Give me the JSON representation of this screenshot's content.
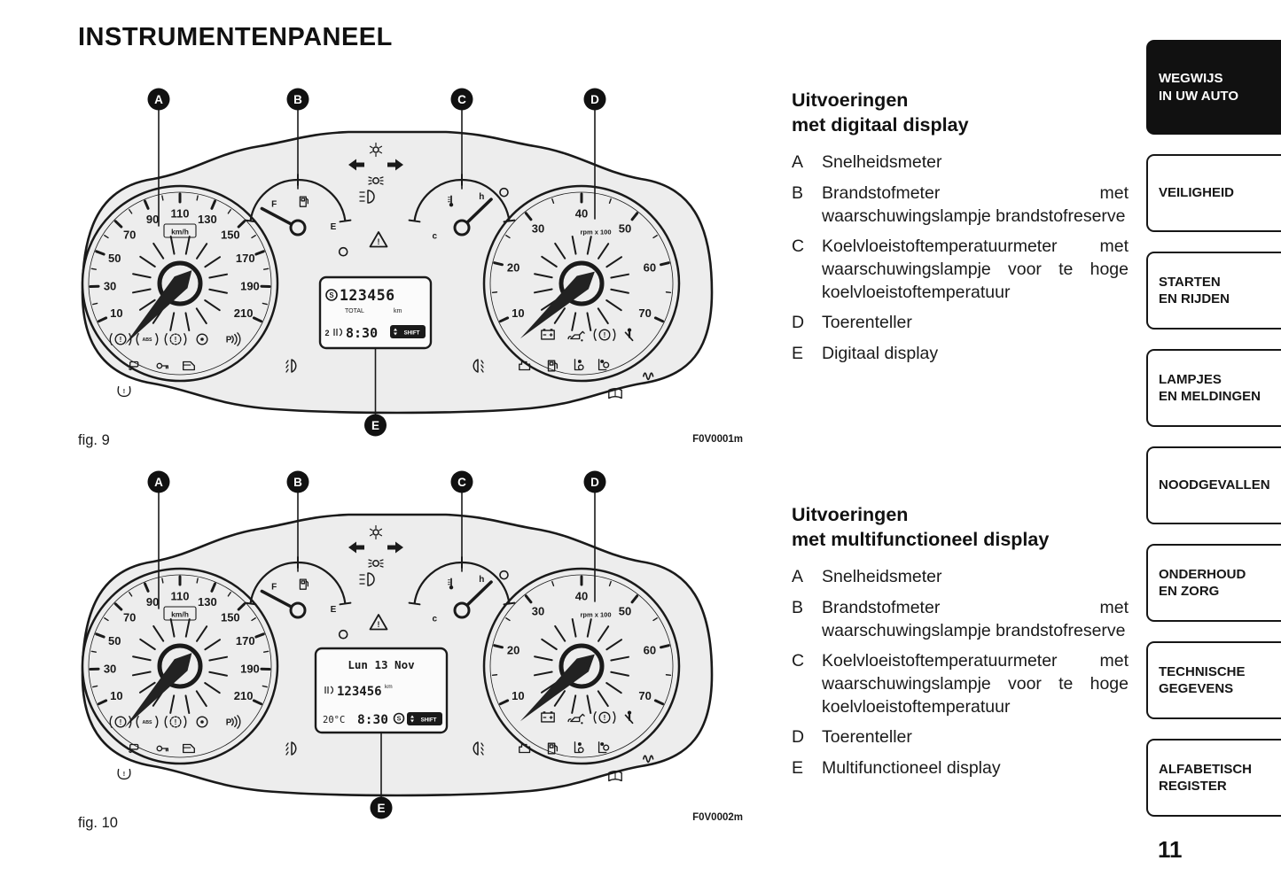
{
  "page": {
    "title": "INSTRUMENTENPANEEL",
    "page_number": "11"
  },
  "colors": {
    "ink": "#1a1a1a",
    "cluster_fill": "#ededed",
    "active_tab_bg": "#111111"
  },
  "cluster": {
    "speedometer": {
      "labels": [
        "10",
        "30",
        "50",
        "70",
        "90",
        "110",
        "130",
        "150",
        "170",
        "190",
        "210"
      ],
      "unit": "km/h"
    },
    "tachometer": {
      "labels": [
        "10",
        "20",
        "30",
        "40",
        "50",
        "60",
        "70"
      ],
      "unit": "rpm x 100"
    },
    "fuel_gauge": {
      "full_label": "F",
      "empty_label": "E"
    },
    "temp_gauge": {
      "hot_label": "h",
      "cold_label": "c"
    },
    "s_symbol": "S",
    "warning_lights_left": [
      "brake",
      "abs",
      "brake-wear",
      "airbag",
      "park-assist",
      "esc",
      "immobilizer",
      "door-open",
      "tyre-pressure"
    ],
    "warning_lights_right": [
      "battery",
      "oil-pressure",
      "handbrake",
      "seatbelt",
      "exhaust",
      "fuel-reserve",
      "side-airbag",
      "passenger-airbag",
      "glow-plug",
      "handbook"
    ],
    "center_icons": [
      "position-lights",
      "turn-left",
      "turn-right",
      "sidelights",
      "high-beam",
      "hazard-triangle",
      "front-fog",
      "rear-fog"
    ]
  },
  "figures": [
    {
      "caption": "fig. 9",
      "code": "F0V0001m",
      "variant": "digital",
      "callouts": [
        "A",
        "B",
        "C",
        "D",
        "E"
      ],
      "display": {
        "odometer": "123456",
        "odometer_label": "TOTAL",
        "unit": "km",
        "outside_temp": "2",
        "time": "8:30",
        "shift_label": "SHIFT"
      }
    },
    {
      "caption": "fig. 10",
      "code": "F0V0002m",
      "variant": "multifunction",
      "callouts": [
        "A",
        "B",
        "C",
        "D",
        "E"
      ],
      "display": {
        "date": "Lun 13 Nov",
        "odometer": "123456",
        "unit": "km",
        "temperature": "20°C",
        "time": "8:30",
        "shift_label": "SHIFT"
      }
    }
  ],
  "sections": [
    {
      "title_line1": "Uitvoeringen",
      "title_line2": "met digitaal display",
      "items": [
        {
          "key": "A",
          "text": "Snelheidsmeter"
        },
        {
          "key": "B",
          "text": "Brandstofmeter met waarschuwingslampje brandstofreserve"
        },
        {
          "key": "C",
          "text": "Koelvloeistoftemperatuurmeter met waarschuwingslampje voor te hoge koelvloeistoftemperatuur"
        },
        {
          "key": "D",
          "text": "Toerenteller"
        },
        {
          "key": "E",
          "text": "Digitaal display"
        }
      ]
    },
    {
      "title_line1": "Uitvoeringen",
      "title_line2": "met multifunctioneel display",
      "items": [
        {
          "key": "A",
          "text": "Snelheidsmeter"
        },
        {
          "key": "B",
          "text": "Brandstofmeter met waarschuwingslampje brandstofreserve"
        },
        {
          "key": "C",
          "text": "Koelvloeistoftemperatuurmeter met waarschuwingslampje voor te hoge koelvloeistoftemperatuur"
        },
        {
          "key": "D",
          "text": "Toerenteller"
        },
        {
          "key": "E",
          "text": "Multifunctioneel display"
        }
      ]
    }
  ],
  "sidebar": {
    "items": [
      {
        "lines": [
          "WEGWIJS",
          "IN UW AUTO"
        ],
        "active": true
      },
      {
        "lines": [
          "VEILIGHEID"
        ],
        "active": false
      },
      {
        "lines": [
          "STARTEN",
          "EN RIJDEN"
        ],
        "active": false
      },
      {
        "lines": [
          "LAMPJES",
          "EN MELDINGEN"
        ],
        "active": false
      },
      {
        "lines": [
          "NOODGEVALLEN"
        ],
        "active": false
      },
      {
        "lines": [
          "ONDERHOUD",
          "EN ZORG"
        ],
        "active": false
      },
      {
        "lines": [
          "TECHNISCHE",
          "GEGEVENS"
        ],
        "active": false
      },
      {
        "lines": [
          "ALFABETISCH",
          "REGISTER"
        ],
        "active": false
      }
    ]
  }
}
